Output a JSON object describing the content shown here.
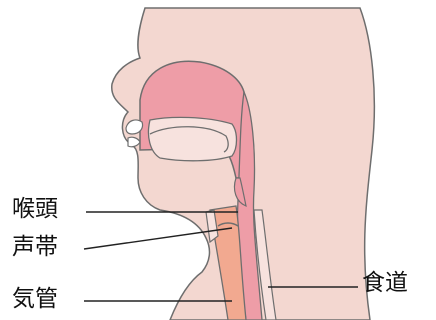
{
  "labels": {
    "larynx": "喉頭",
    "vocal_cords": "声帯",
    "trachea": "気管",
    "esophagus": "食道"
  },
  "colors": {
    "skin": "#F3D7D0",
    "cavity": "#EE9DA7",
    "airway": "#F2A990",
    "pale": "#F7E2DE",
    "outline": "#6E6E6E",
    "text": "#111111"
  }
}
